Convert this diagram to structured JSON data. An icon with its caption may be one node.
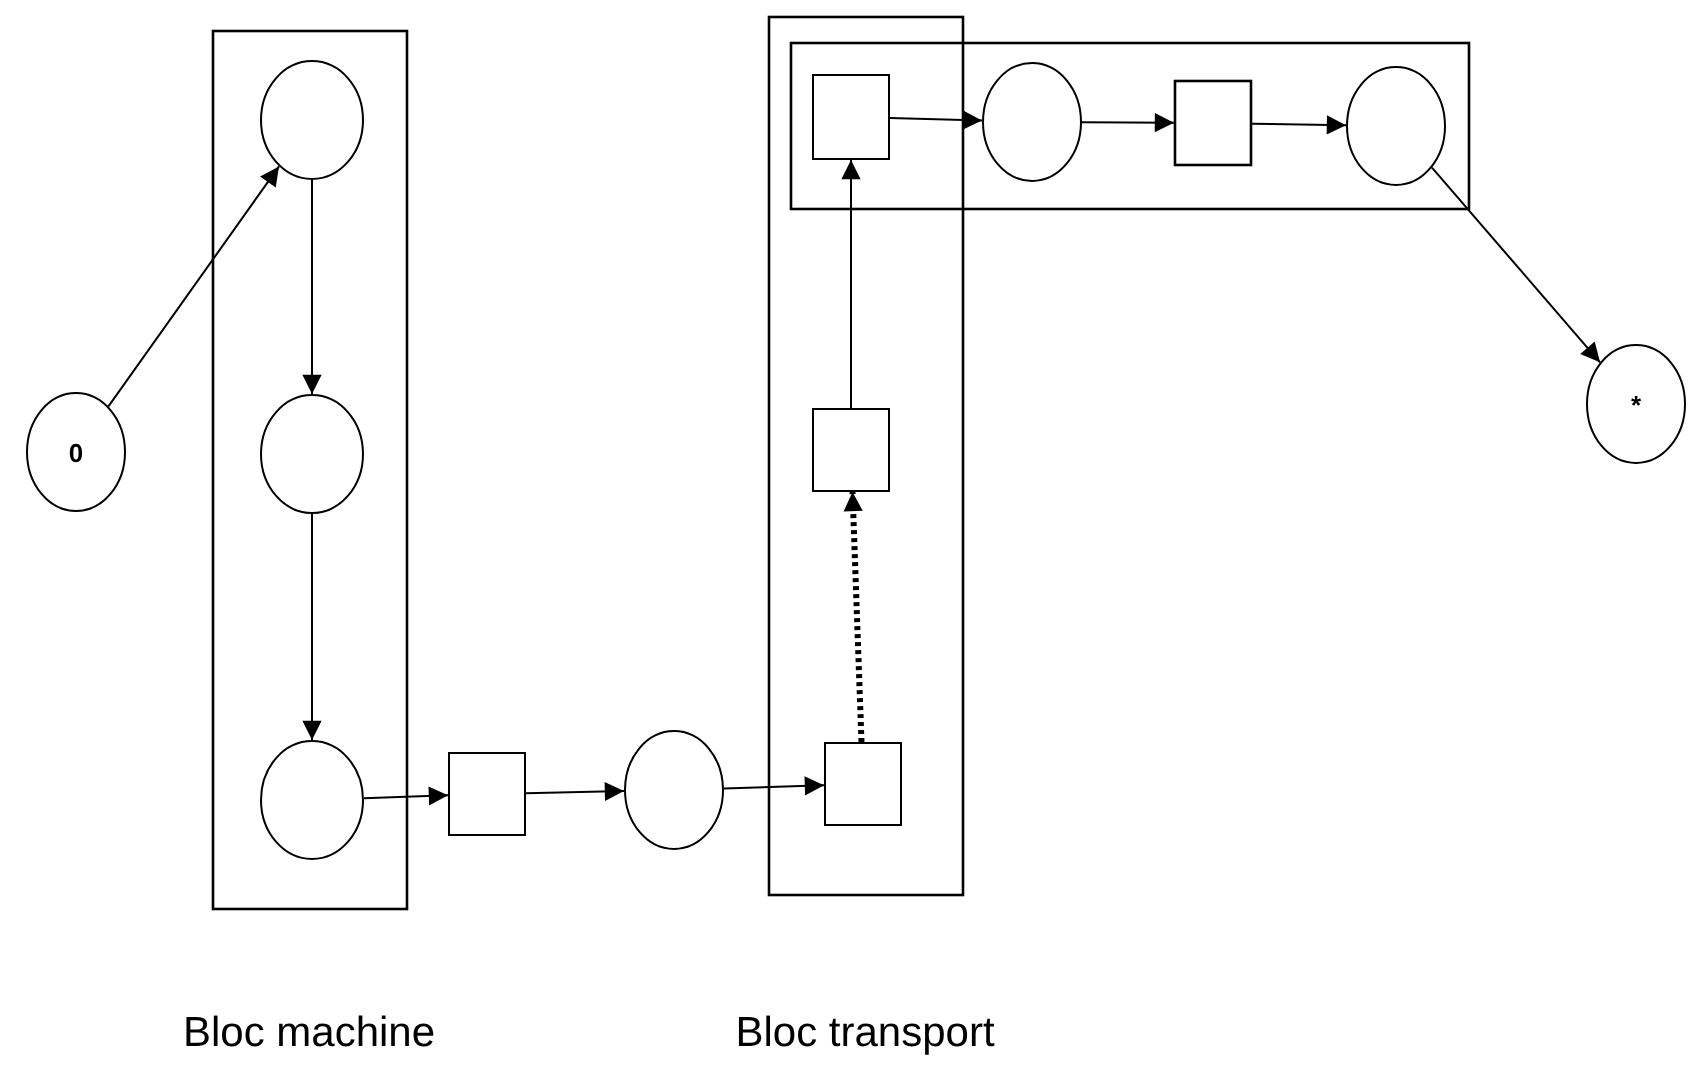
{
  "diagram": {
    "nodes": [
      {
        "text": [
          "Bloc machine"
        ]
      },
      {
        "text": [
          "0"
        ]
      },
      {
        "text": [],
        "shape": "circle",
        "in": 0
      },
      {
        "text": [],
        "shape": "circle",
        "in": 0
      },
      {
        "text": [],
        "shape": "circle",
        "in": 0
      },
      {
        "text": [],
        "shape": "box"
      },
      {
        "text": [],
        "shape": "circle"
      },
      {
        "text": [
          "Bloc transport"
        ]
      },
      {
        "text": [],
        "shape": "box"
      },
      {
        "text": [],
        "shape": "box"
      },
      {
        "text": [],
        "shape": "circle",
        "in": 8
      },
      {
        "text": [],
        "shape": "box",
        "in": 8
      },
      {
        "text": [],
        "shape": "circle",
        "in": 8
      },
      {
        "text": [],
        "shape": "box",
        "in": 7
      },
      {
        "text": [],
        "shape": "box",
        "in": 7
      },
      {
        "text": [
          "*"
        ]
      }
    ],
    "edges": [
      {
        "from": 1,
        "to": 2,
        "arrow": "to"
      },
      {
        "from": 2,
        "to": 3,
        "arrow": "to"
      },
      {
        "from": 3,
        "to": 4,
        "arrow": "to"
      },
      {
        "from": 4,
        "to": 5,
        "arrow": "to"
      },
      {
        "from": 5,
        "to": 6,
        "arrow": "to"
      },
      {
        "from": 6,
        "to": 14,
        "arrow": "to"
      },
      {
        "from": 14,
        "to": 13,
        "arrow": "to",
        "style": "dashed"
      },
      {
        "from": 13,
        "to": 9,
        "arrow": "to"
      },
      {
        "from": 9,
        "to": 10,
        "arrow": "to"
      },
      {
        "from": 10,
        "to": 11,
        "arrow": "to"
      },
      {
        "from": 11,
        "to": 12,
        "arrow": "to"
      },
      {
        "from": 12,
        "to": 15,
        "arrow": "to"
      }
    ]
  }
}
